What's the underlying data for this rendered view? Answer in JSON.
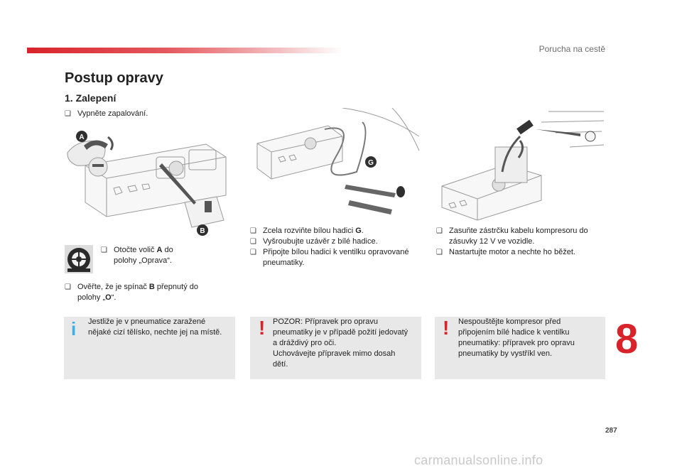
{
  "header": {
    "section_title": "Porucha na cestě"
  },
  "content": {
    "title": "Postup opravy",
    "subtitle": "1. Zalepení",
    "step_ignition": "Vypněte zapalování.",
    "step_dial_a": "Otočte volič ",
    "step_dial_a_ref": "A",
    "step_dial_a_end": " do",
    "step_dial_b": "polohy „Oprava“.",
    "step_switch_a": "Ověřte, že je spínač ",
    "step_switch_ref": "B",
    "step_switch_b": " přepnutý do",
    "step_switch_c": "polohy „",
    "step_switch_pos": "O",
    "step_switch_end": "“.",
    "step_hose_a": "Zcela rozviňte bílou hadici ",
    "step_hose_ref": "G",
    "step_hose_end": ".",
    "step_cap": "Vyšroubujte uzávěr z bílé hadice.",
    "step_valve_a": "Připojte bílou hadici k ventilku opravované",
    "step_valve_b": "pneumatiky.",
    "step_plug_a": "Zasuňte zástrčku kabelu kompresoru do",
    "step_plug_b": "zásuvky 12 V ve vozidle.",
    "step_engine": "Nastartujte motor a nechte ho běžet."
  },
  "figures": {
    "label_a": "A",
    "label_b": "B",
    "label_g": "G"
  },
  "notes": {
    "info_line1": "Jestliže je v pneumatice zaražené",
    "info_line2": "nějaké cizí tělísko, nechte jej na místě.",
    "warn1_line1": "POZOR: Přípravek pro opravu",
    "warn1_line2": "pneumatiky je v případě požití jedovatý",
    "warn1_line3": "a dráždivý pro oči.",
    "warn1_line4": "Uchovávejte přípravek mimo dosah",
    "warn1_line5": "dětí.",
    "warn2_line1": "Nespouštějte kompresor před",
    "warn2_line2": "připojením bílé hadice k ventilku",
    "warn2_line3": "pneumatiky: přípravek pro opravu",
    "warn2_line4": "pneumatiky by vystříkl ven.",
    "info_icon": "i",
    "warning_icon": "!"
  },
  "footer": {
    "chapter_number": "8",
    "page_number": "287",
    "watermark": "carmanualsonline.info"
  },
  "colors": {
    "accent": "#d8232a",
    "info": "#3fb0e6",
    "box_bg": "#e8e8e8"
  },
  "icons": {
    "bullet": "square-bullet-icon",
    "tire": "tire-icon",
    "info": "info-icon",
    "warning": "warning-icon"
  }
}
